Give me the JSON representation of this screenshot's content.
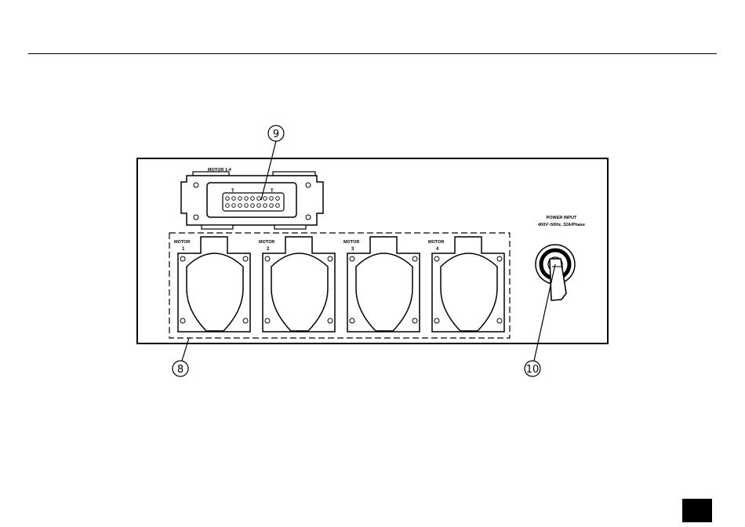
{
  "panel": {
    "multipin": {
      "label": "MOTOR 1-4",
      "pin_marks": [
        "T",
        "T"
      ]
    },
    "outlets": [
      {
        "name": "MOTOR",
        "number": "1"
      },
      {
        "name": "MOTOR",
        "number": "2"
      },
      {
        "name": "MOTOR",
        "number": "3"
      },
      {
        "name": "MOTOR",
        "number": "4"
      }
    ],
    "power_input": {
      "title": "POWER INPUT",
      "spec": "400V~50Hz, 32A/Phase"
    }
  },
  "callouts": {
    "outlets_group": "8",
    "multipin": "9",
    "power_input": "10"
  },
  "colors": {
    "ink": "#000000",
    "paper": "#ffffff"
  }
}
